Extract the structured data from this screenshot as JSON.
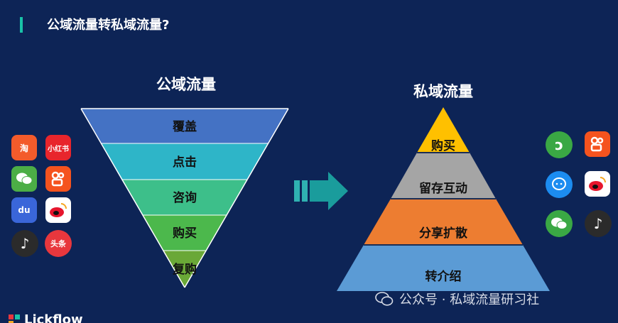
{
  "title": "公域流量转私域流量?",
  "public": {
    "heading": "公域流量",
    "levels": [
      "覆盖",
      "点击",
      "咨询",
      "购买",
      "复购"
    ]
  },
  "private": {
    "heading": "私域流量",
    "levels": [
      "购买",
      "留存互动",
      "分享扩散",
      "转介绍"
    ]
  },
  "left_icons": [
    {
      "name": "taobao-icon",
      "glyph": "淘",
      "bg": "#f35b2b"
    },
    {
      "name": "xiaohongshu-icon",
      "glyph": "小红书",
      "bg": "#e8252c"
    },
    {
      "name": "wechat-icon",
      "glyph": "",
      "bg": "#4cae46"
    },
    {
      "name": "kuaishou-icon",
      "glyph": "",
      "bg": "#f5531e"
    },
    {
      "name": "baidu-icon",
      "glyph": "du",
      "bg": "#3a66d9"
    },
    {
      "name": "weibo-icon",
      "glyph": "",
      "bg": "#ffffff"
    },
    {
      "name": "douyin-icon",
      "glyph": "♪",
      "bg": "#2b2b2b"
    },
    {
      "name": "toutiao-icon",
      "glyph": "头条",
      "bg": "#e8373d"
    }
  ],
  "right_icons": [
    {
      "name": "mini-program-icon",
      "glyph": "ↄ",
      "bg": "#3aa844"
    },
    {
      "name": "kuaishou-icon",
      "glyph": "",
      "bg": "#f5531e"
    },
    {
      "name": "qq-icon",
      "glyph": "",
      "bg": "#1c8cf0"
    },
    {
      "name": "weibo-icon",
      "glyph": "",
      "bg": "#ffffff"
    },
    {
      "name": "wechat-icon",
      "glyph": "",
      "bg": "#3aa844"
    },
    {
      "name": "douyin-icon",
      "glyph": "♪",
      "bg": "#2b2b2b"
    }
  ],
  "watermark": "公众号 · 私域流量研习社",
  "logo": "Lickflow",
  "colors": {
    "background": "#0d2456",
    "accent": "#19c2a8",
    "funnel": [
      "#4472c4",
      "#2eb5c8",
      "#3dbf8a",
      "#4cb84c",
      "#6aa837"
    ],
    "pyramid": [
      "#ffc000",
      "#a5a5a5",
      "#ed7d31",
      "#5b9bd5"
    ],
    "arrow": "#1a9c9c"
  }
}
